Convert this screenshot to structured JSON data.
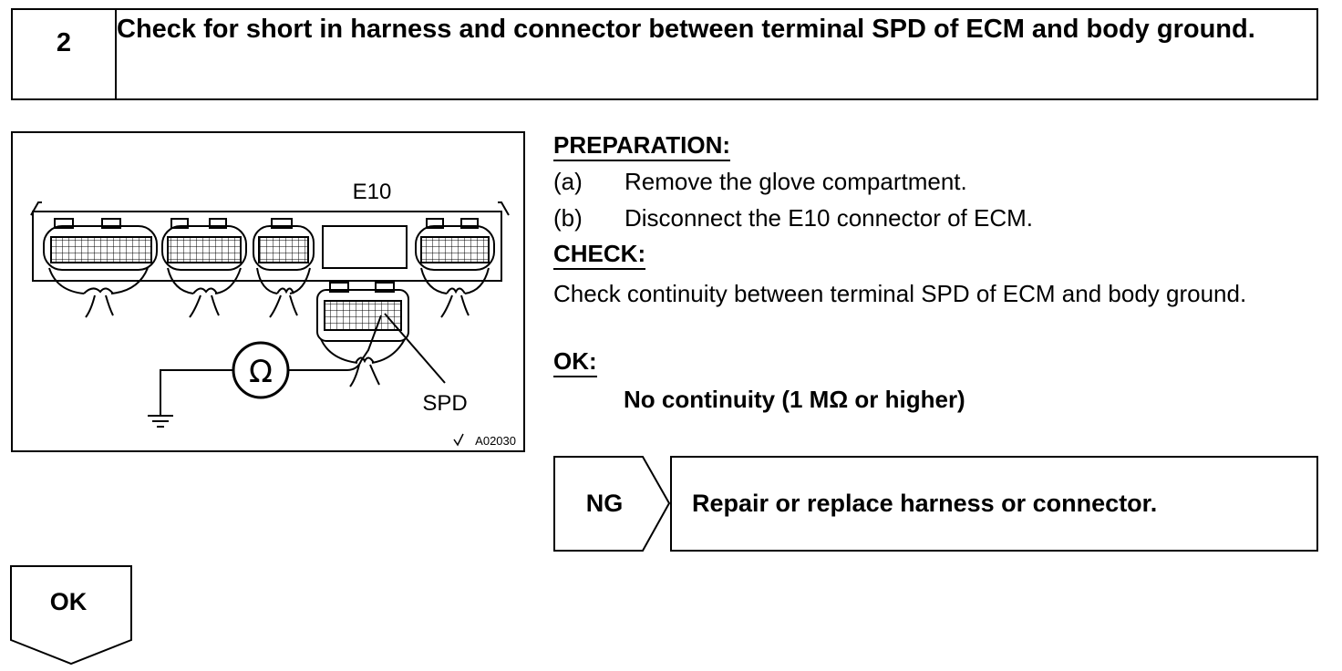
{
  "step": {
    "number": "2",
    "title": "Check for short in harness and connector between terminal SPD of ECM and body ground."
  },
  "diagram": {
    "connector_label": "E10",
    "terminal_label": "SPD",
    "figure_id": "A02030",
    "meter_symbol": "Ω"
  },
  "preparation": {
    "heading": "PREPARATION:",
    "items": [
      {
        "letter": "(a)",
        "text": "Remove the glove compartment."
      },
      {
        "letter": "(b)",
        "text": "Disconnect the E10 connector of ECM."
      }
    ]
  },
  "check": {
    "heading": "CHECK:",
    "text": "Check continuity between terminal SPD of ECM and body ground."
  },
  "ok": {
    "heading": "OK:",
    "result": "No continuity (1 MΩ or higher)"
  },
  "ng": {
    "label": "NG",
    "action": "Repair or replace harness or connector."
  },
  "ok_arrow": {
    "label": "OK"
  }
}
